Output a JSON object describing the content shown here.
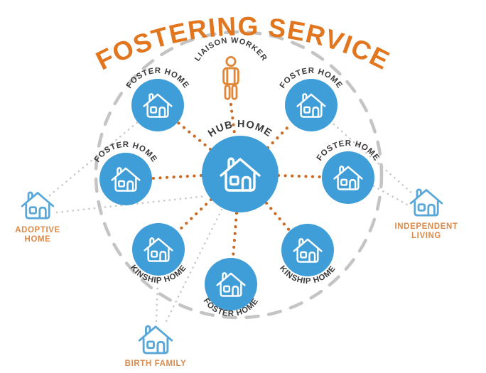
{
  "diagram": {
    "title": "FOSTERING SERVICE",
    "hub": {
      "label": "HUB HOME"
    },
    "liaison": {
      "label": "LIAISON WORKER"
    },
    "satellites": [
      {
        "id": "foster-top-left",
        "label": "FOSTER HOME"
      },
      {
        "id": "foster-top-right",
        "label": "FOSTER HOME"
      },
      {
        "id": "foster-mid-left",
        "label": "FOSTER HOME"
      },
      {
        "id": "foster-mid-right",
        "label": "FOSTER HOME"
      },
      {
        "id": "kinship-bottom-left",
        "label": "KINSHIP HOME"
      },
      {
        "id": "foster-bottom",
        "label": "FOSTER HOME"
      },
      {
        "id": "kinship-bottom-right",
        "label": "KINSHIP HOME"
      }
    ],
    "external": [
      {
        "id": "adoptive-home",
        "line1": "ADOPTIVE",
        "line2": "HOME"
      },
      {
        "id": "independent-living",
        "line1": "INDEPENDENT",
        "line2": "LIVING"
      },
      {
        "id": "birth-family",
        "line1": "BIRTH FAMILY",
        "line2": ""
      }
    ],
    "connections": [
      {
        "from": "liaison-worker",
        "to": "hub-home",
        "style": "orange-dotted"
      },
      {
        "from": "hub-home",
        "to": "foster-top-left",
        "style": "orange-dotted"
      },
      {
        "from": "hub-home",
        "to": "foster-top-right",
        "style": "orange-dotted"
      },
      {
        "from": "hub-home",
        "to": "foster-mid-left",
        "style": "orange-dotted"
      },
      {
        "from": "hub-home",
        "to": "foster-mid-right",
        "style": "orange-dotted"
      },
      {
        "from": "hub-home",
        "to": "kinship-bottom-left",
        "style": "orange-dotted"
      },
      {
        "from": "hub-home",
        "to": "foster-bottom",
        "style": "orange-dotted"
      },
      {
        "from": "hub-home",
        "to": "kinship-bottom-right",
        "style": "orange-dotted"
      },
      {
        "from": "adoptive-home",
        "to": "foster-top-left",
        "style": "gray-dotted"
      },
      {
        "from": "adoptive-home",
        "to": "hub-home",
        "style": "gray-dotted"
      },
      {
        "from": "foster-top-right",
        "to": "independent-living",
        "style": "gray-dotted"
      },
      {
        "from": "foster-mid-right",
        "to": "independent-living",
        "style": "gray-dotted"
      },
      {
        "from": "kinship-bottom-left",
        "to": "birth-family",
        "style": "gray-dotted"
      },
      {
        "from": "hub-home",
        "to": "birth-family",
        "style": "gray-dotted"
      }
    ],
    "icons": {
      "hub": "house-icon",
      "satellite": "house-icon",
      "external": "house-outline-icon",
      "liaison": "person-icon"
    }
  },
  "colors": {
    "accent-orange": "#E2761F",
    "label-orange": "#DB8A4A",
    "dot-orange": "#C96A25",
    "person-orange": "#E08838",
    "node-blue": "#3F9DD7",
    "outline-blue": "#58A7D8",
    "dark-text": "#3A3A3A",
    "gray-line": "#C8C8C8",
    "dashed-circle": "#C4C4C4",
    "background": "#FFFFFF"
  }
}
